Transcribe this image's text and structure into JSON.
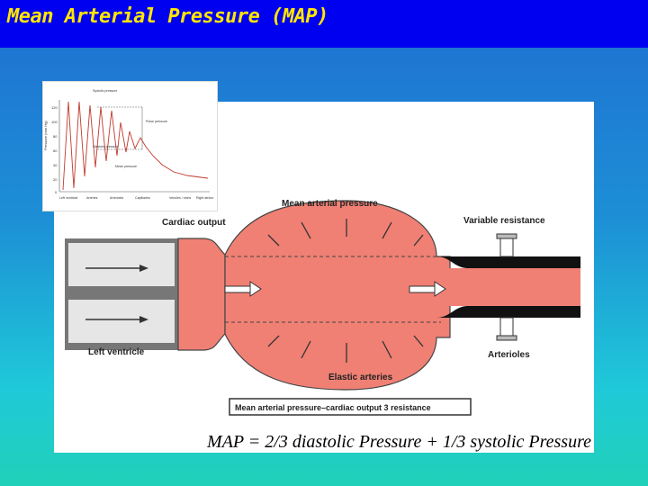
{
  "slide": {
    "title": "Mean Arterial Pressure (MAP)",
    "caption": "MAP = 2/3 diastolic Pressure + 1/3 systolic Pressure"
  },
  "diagram": {
    "label_map": "Mean arterial pressure",
    "label_cardiac_output": "Cardiac output",
    "label_variable_resistance": "Variable resistance",
    "label_left_ventricle": "Left ventricle",
    "label_elastic_arteries": "Elastic arteries",
    "label_arterioles": "Arterioles",
    "formula_box": "Mean arterial pressure–cardiac output 3 resistance"
  },
  "inset_chart": {
    "y_ticks": [
      "120",
      "100",
      "80",
      "60",
      "40",
      "20",
      "0"
    ],
    "y_label": "Pressure (mm Hg)",
    "label_systolic": "Systolic pressure",
    "label_pulse": "Pulse pressure",
    "label_diastolic": "Diastolic pressure",
    "label_mean": "Mean pressure",
    "x_ticks": [
      "Left ventricle",
      "Arteries",
      "Arterioles",
      "Capillaries",
      "Venules / veins",
      "Right atrium"
    ]
  },
  "colors": {
    "blood": "#f08074",
    "title_bar": "#0000f0",
    "title_text": "#ffe600"
  }
}
